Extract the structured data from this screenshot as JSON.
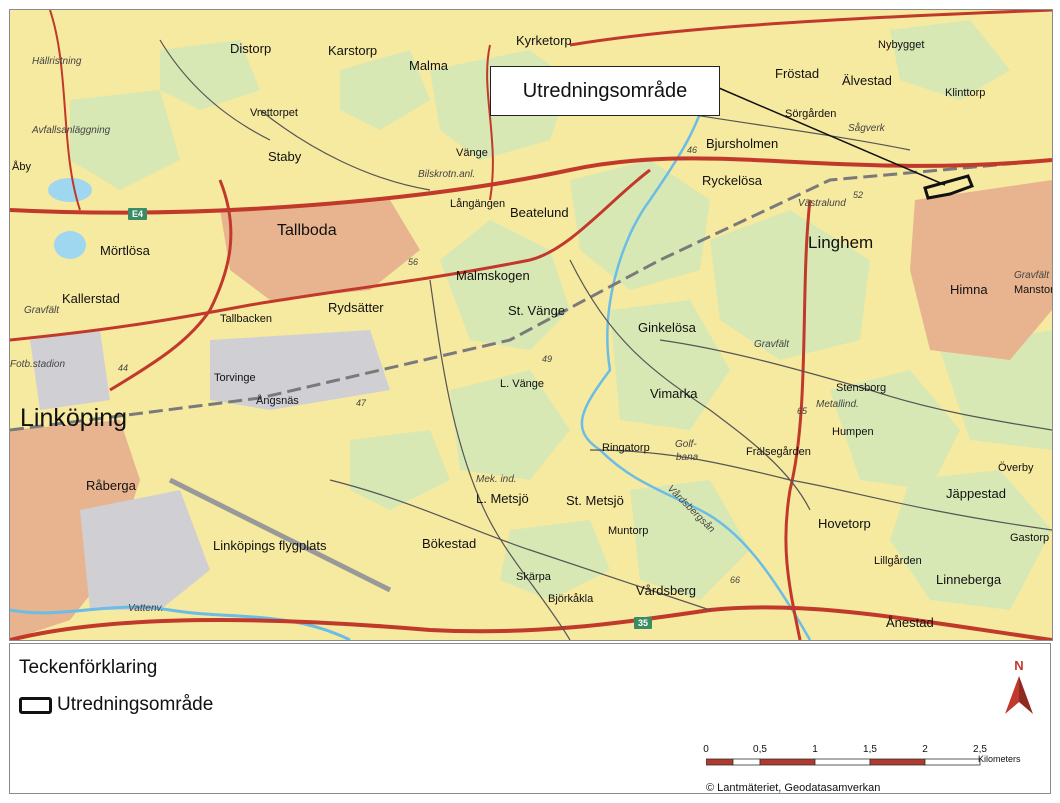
{
  "map": {
    "places": [
      {
        "id": "distorp",
        "text": "Distorp"
      },
      {
        "id": "karstorp",
        "text": "Karstorp"
      },
      {
        "id": "malma",
        "text": "Malma"
      },
      {
        "id": "kyrketorp",
        "text": "Kyrketorp"
      },
      {
        "id": "nybygget",
        "text": "Nybygget"
      },
      {
        "id": "frostad",
        "text": "Fröstad"
      },
      {
        "id": "alvestad",
        "text": "Älvestad"
      },
      {
        "id": "klinttorp",
        "text": "Klinttorp"
      },
      {
        "id": "sorgarden",
        "text": "Sörgården"
      },
      {
        "id": "sagverk",
        "text": "Sågverk"
      },
      {
        "id": "hallristning",
        "text": "Hällristning"
      },
      {
        "id": "vrettorpet",
        "text": "Vrettorpet"
      },
      {
        "id": "avfall",
        "text": "Avfallsanläggning"
      },
      {
        "id": "staby",
        "text": "Staby"
      },
      {
        "id": "vange",
        "text": "Vänge"
      },
      {
        "id": "bjursholmen",
        "text": "Bjursholmen"
      },
      {
        "id": "aby",
        "text": "Åby"
      },
      {
        "id": "bilskrotn",
        "text": "Bilskrotn.anl."
      },
      {
        "id": "ryckelosa",
        "text": "Ryckelösa"
      },
      {
        "id": "langangen",
        "text": "Långängen"
      },
      {
        "id": "beatelund",
        "text": "Beatelund"
      },
      {
        "id": "vastralund",
        "text": "Västralund"
      },
      {
        "id": "tallboda",
        "text": "Tallboda"
      },
      {
        "id": "linghem",
        "text": "Linghem"
      },
      {
        "id": "mortlosa",
        "text": "Mörtlösa"
      },
      {
        "id": "malmskogen",
        "text": "Malmskogen"
      },
      {
        "id": "gravfalt_ne",
        "text": "Gravfält"
      },
      {
        "id": "himna",
        "text": "Himna"
      },
      {
        "id": "manstorp",
        "text": "Manstorp"
      },
      {
        "id": "kallerstad",
        "text": "Kallerstad"
      },
      {
        "id": "rydsatter",
        "text": "Rydsätter"
      },
      {
        "id": "st_vange",
        "text": "St. Vänge"
      },
      {
        "id": "gravfalt_w",
        "text": "Gravfält"
      },
      {
        "id": "tallbacken",
        "text": "Tallbacken"
      },
      {
        "id": "ginkelosa",
        "text": "Ginkelösa"
      },
      {
        "id": "gravfalt_c",
        "text": "Gravfält"
      },
      {
        "id": "fotb",
        "text": "Fotb.stadion"
      },
      {
        "id": "torvinge",
        "text": "Torvinge"
      },
      {
        "id": "l_vange",
        "text": "L. Vänge"
      },
      {
        "id": "vimarka",
        "text": "Vimarka"
      },
      {
        "id": "stensborg",
        "text": "Stensborg"
      },
      {
        "id": "angsnas",
        "text": "Ångsnäs"
      },
      {
        "id": "metallind",
        "text": "Metallind."
      },
      {
        "id": "linkoping",
        "text": "Linköping"
      },
      {
        "id": "humpen",
        "text": "Humpen"
      },
      {
        "id": "ringatorp",
        "text": "Ringatorp"
      },
      {
        "id": "golf",
        "text": "Golf-"
      },
      {
        "id": "bana",
        "text": "bana"
      },
      {
        "id": "fralsegarden",
        "text": "Frälsegården"
      },
      {
        "id": "overby",
        "text": "Överby"
      },
      {
        "id": "raberga",
        "text": "Råberga"
      },
      {
        "id": "mek_ind",
        "text": "Mek. ind."
      },
      {
        "id": "l_metsjo",
        "text": "L. Metsjö"
      },
      {
        "id": "st_metsjo",
        "text": "St. Metsjö"
      },
      {
        "id": "jappestad",
        "text": "Jäppestad"
      },
      {
        "id": "vardsbergsan",
        "text": "Vårdsbergsån"
      },
      {
        "id": "hovetorp",
        "text": "Hovetorp"
      },
      {
        "id": "muntorp",
        "text": "Muntorp"
      },
      {
        "id": "gastorp",
        "text": "Gastorp"
      },
      {
        "id": "flygplats",
        "text": "Linköpings flygplats"
      },
      {
        "id": "bokestad",
        "text": "Bökestad"
      },
      {
        "id": "lillgarden",
        "text": "Lillgården"
      },
      {
        "id": "skarpa",
        "text": "Skärpa"
      },
      {
        "id": "vardsberg",
        "text": "Vårdsberg"
      },
      {
        "id": "linneberga",
        "text": "Linneberga"
      },
      {
        "id": "bjorkakla",
        "text": "Björkåkla"
      },
      {
        "id": "anestad",
        "text": "Ånestad"
      },
      {
        "id": "vattenv",
        "text": "Vattenv."
      }
    ],
    "road_numbers": {
      "r46": "46",
      "r52": "52",
      "r56": "56",
      "r49": "49",
      "r47": "47",
      "r44": "44",
      "r65": "65",
      "r66": "66"
    },
    "shields": {
      "e4": "E4",
      "r35": "35"
    },
    "callout_label": "Utredningsområde"
  },
  "legend": {
    "title": "Teckenförklaring",
    "item_label": "Utredningsområde",
    "north_label": "N",
    "scale_ticks": [
      "0",
      "0,5",
      "1",
      "1,5",
      "2",
      "2,5"
    ],
    "scale_unit": "Kilometers",
    "credit": "© Lantmäteriet, Geodatasamverkan"
  },
  "colors": {
    "farmland": "#f6e9a0",
    "forest": "#d8e8b4",
    "urban": "#e8b48f",
    "road_major": "#c0392b",
    "road_minor": "#555555",
    "water": "#9fd6f0",
    "north_arrow": "#c0392b"
  }
}
